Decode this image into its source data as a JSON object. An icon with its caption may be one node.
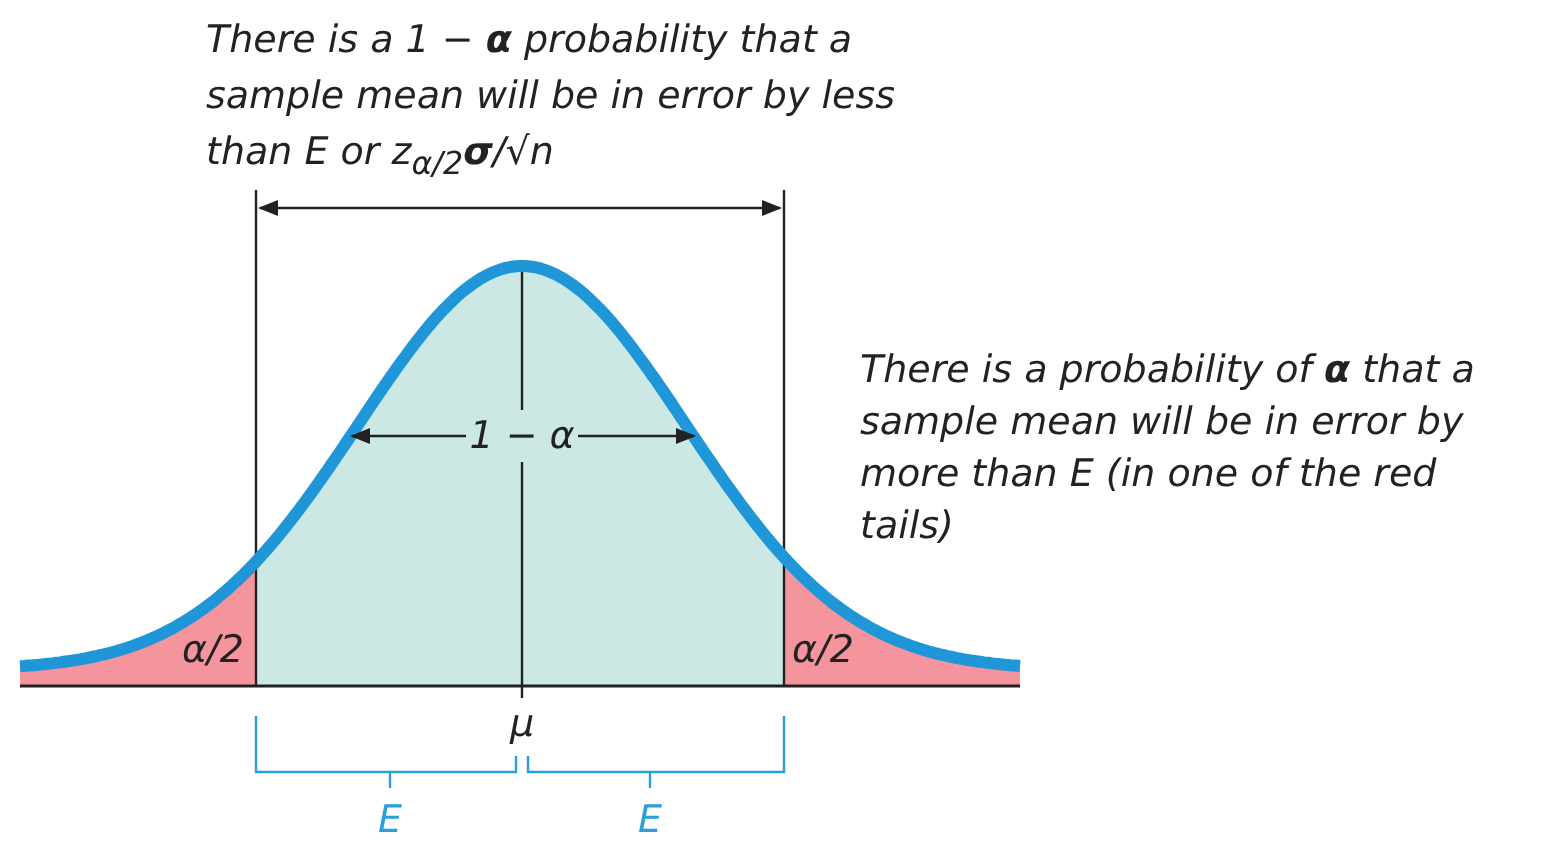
{
  "diagram": {
    "labels": [
      "There is a 1 − **α** probability that a sample mean will be in error by less than E or z$_{α/2}$**σ**/√n",
      "1 − α",
      "There is a probability of **α** that a sample mean will be in error by more than E (in one of the red tails)",
      "α/2",
      "α/2",
      "μ",
      "E",
      "E"
    ]
  }
}
